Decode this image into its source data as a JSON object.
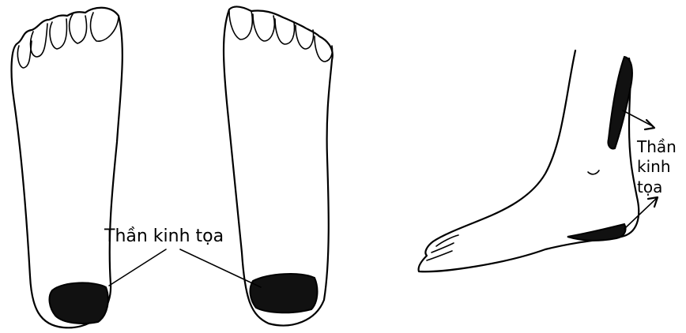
{
  "labels": {
    "soles": "Thần kinh tọa",
    "side_line1": "Thần",
    "side_line2": "kinh",
    "side_line3": "tọa"
  },
  "colors": {
    "ink": "#000000",
    "background": "#ffffff"
  }
}
